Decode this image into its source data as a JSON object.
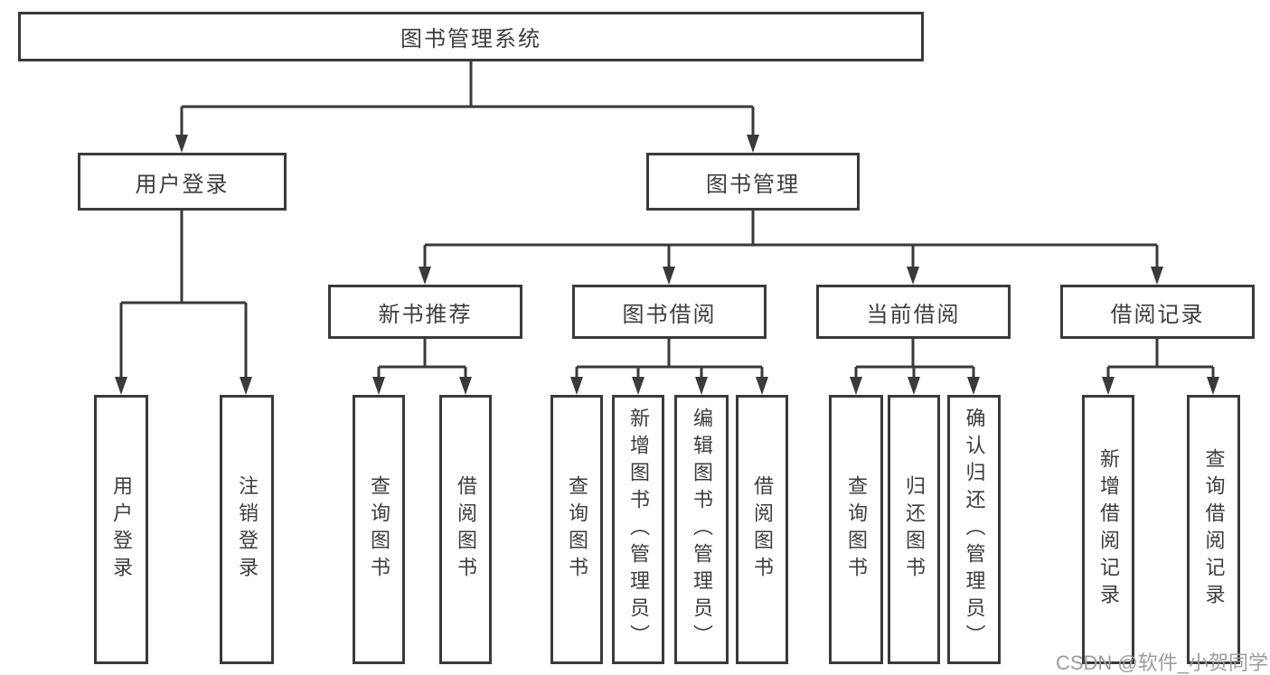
{
  "diagram": {
    "root": {
      "label": "图书管理系统"
    },
    "level2": [
      {
        "id": "user-login",
        "label": "用户登录"
      },
      {
        "id": "book-management",
        "label": "图书管理"
      }
    ],
    "level3": [
      {
        "id": "new-book-recommend",
        "label": "新书推荐"
      },
      {
        "id": "book-borrow",
        "label": "图书借阅"
      },
      {
        "id": "current-borrow",
        "label": "当前借阅"
      },
      {
        "id": "borrow-records",
        "label": "借阅记录"
      }
    ],
    "leaves": [
      {
        "parent": "用户登录",
        "label": "用户登录"
      },
      {
        "parent": "用户登录",
        "label": "注销登录"
      },
      {
        "parent": "新书推荐",
        "label": "查询图书"
      },
      {
        "parent": "新书推荐",
        "label": "借阅图书"
      },
      {
        "parent": "图书借阅",
        "label": "查询图书"
      },
      {
        "parent": "图书借阅",
        "label": "新增图书（管理员）"
      },
      {
        "parent": "图书借阅",
        "label": "编辑图书（管理员）"
      },
      {
        "parent": "图书借阅",
        "label": "借阅图书"
      },
      {
        "parent": "当前借阅",
        "label": "查询图书"
      },
      {
        "parent": "当前借阅",
        "label": "归还图书"
      },
      {
        "parent": "当前借阅",
        "label": "确认归还（管理员）"
      },
      {
        "parent": "借阅记录",
        "label": "新增借阅记录"
      },
      {
        "parent": "借阅记录",
        "label": "查询借阅记录"
      }
    ],
    "watermark": "CSDN @软件_小贺同学",
    "colors": {
      "line": "#3a3a3a",
      "text": "#3d3d3d",
      "watermark": "#9c9c9c",
      "background": "#ffffff"
    }
  }
}
